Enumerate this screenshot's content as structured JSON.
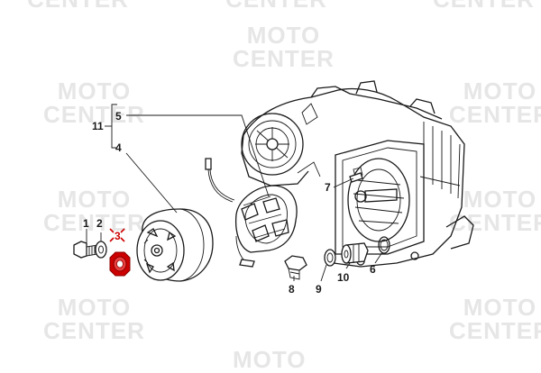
{
  "watermark": {
    "line1": "MOTO",
    "line2": "CENTER"
  },
  "callouts": {
    "c1": "1",
    "c2": "2",
    "c3": "3",
    "c4": "4",
    "c5": "5",
    "c6": "6",
    "c7": "7",
    "c8": "8",
    "c9": "9",
    "c10": "10",
    "c11": "11"
  },
  "colors": {
    "highlight": "#cc0000",
    "line": "#1a1a1a",
    "watermark": "#e6e6e6"
  },
  "icons": {
    "selected_marker": "red-target-marker"
  }
}
